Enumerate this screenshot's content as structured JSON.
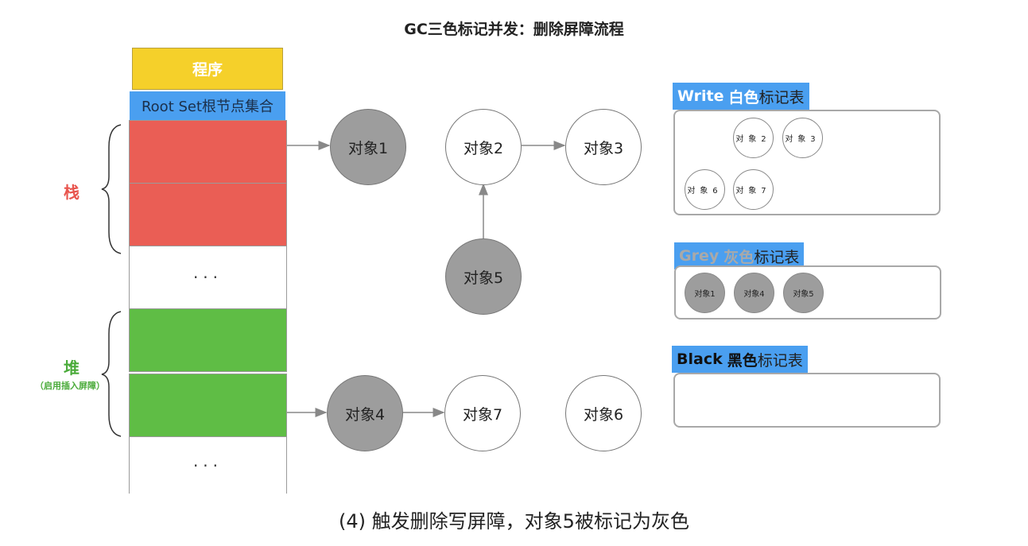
{
  "title": "GC三色标记并发：删除屏障流程",
  "caption": "(4) 触发删除写屏障，对象5被标记为灰色",
  "program_label": "程序",
  "rootset_label": "Root Set根节点集合",
  "ellipsis": "···",
  "stack_label": "栈",
  "heap_label": "堆",
  "heap_sub": "（启用插入屏障）",
  "nodes": {
    "obj1": "对象1",
    "obj2": "对象2",
    "obj3": "对象3",
    "obj4": "对象4",
    "obj5": "对象5",
    "obj6": "对象6",
    "obj7": "对象7"
  },
  "tables": {
    "white": {
      "word": "Write",
      "color_word": "白色",
      "suffix": "标记表",
      "items": [
        "对象2",
        "对象3",
        "对象6",
        "对象7"
      ]
    },
    "grey": {
      "word": "Grey",
      "color_word": "灰色",
      "suffix": "标记表",
      "items": [
        "对象1",
        "对象4",
        "对象5"
      ]
    },
    "black": {
      "word": "Black",
      "color_word": "黑色",
      "suffix": "标记表",
      "items": []
    }
  },
  "colors": {
    "stack_red": "#ea5e55",
    "heap_green": "#5fbd45",
    "tag_blue": "#4a9ff0",
    "grey_node": "#9d9d9d",
    "program_yellow": "#f5d02a"
  }
}
